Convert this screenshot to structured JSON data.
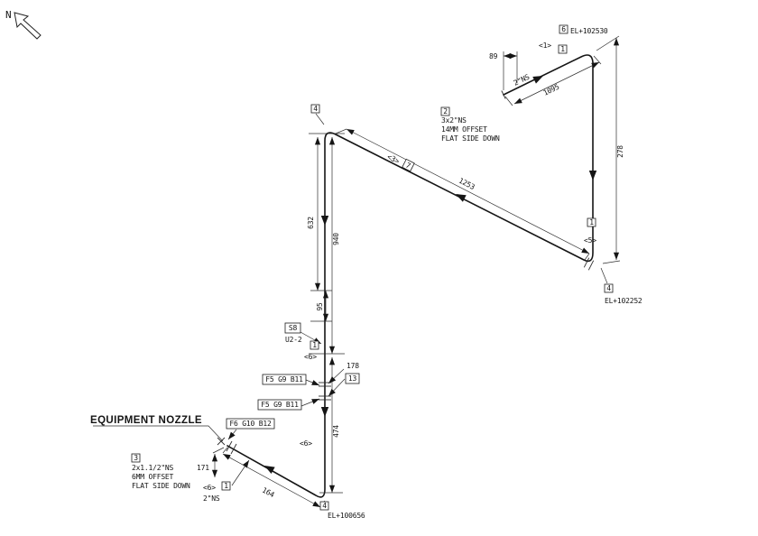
{
  "north": {
    "label": "N"
  },
  "annotations": {
    "equipment_nozzle": "EQUIPMENT NOZZLE"
  },
  "elevations": {
    "top": "EL+102530",
    "right": "EL+102252",
    "bottom": "EL+100656"
  },
  "dims": {
    "d89": "89",
    "d1095": "1095",
    "d278": "278",
    "d1253": "1253",
    "d632": "632",
    "d940": "940",
    "d95": "95",
    "d474": "474",
    "d178": "178",
    "d171": "171",
    "d164": "164"
  },
  "sizes": {
    "branch_top": "2\"NS",
    "branch_bottom": "2\"NS"
  },
  "notes": {
    "n2": {
      "ref": "2",
      "line1": "3x2\"NS",
      "line2": "14MM OFFSET",
      "line3": "FLAT SIDE DOWN"
    },
    "n3": {
      "ref": "3",
      "line1": "2x1.1/2\"NS",
      "line2": "6MM OFFSET",
      "line3": "FLAT SIDE DOWN"
    }
  },
  "refs": {
    "r1": "1",
    "r4": "4",
    "r6": "6",
    "r7": "7",
    "r13": "13",
    "a1": "<1>",
    "a3": "<3>",
    "a5": "<5>",
    "a6": "<6>",
    "support": "S8",
    "support_sub": "U2-2",
    "spec_f5": "F5 G9 B11",
    "spec_f6": "F6 G10 B12"
  }
}
